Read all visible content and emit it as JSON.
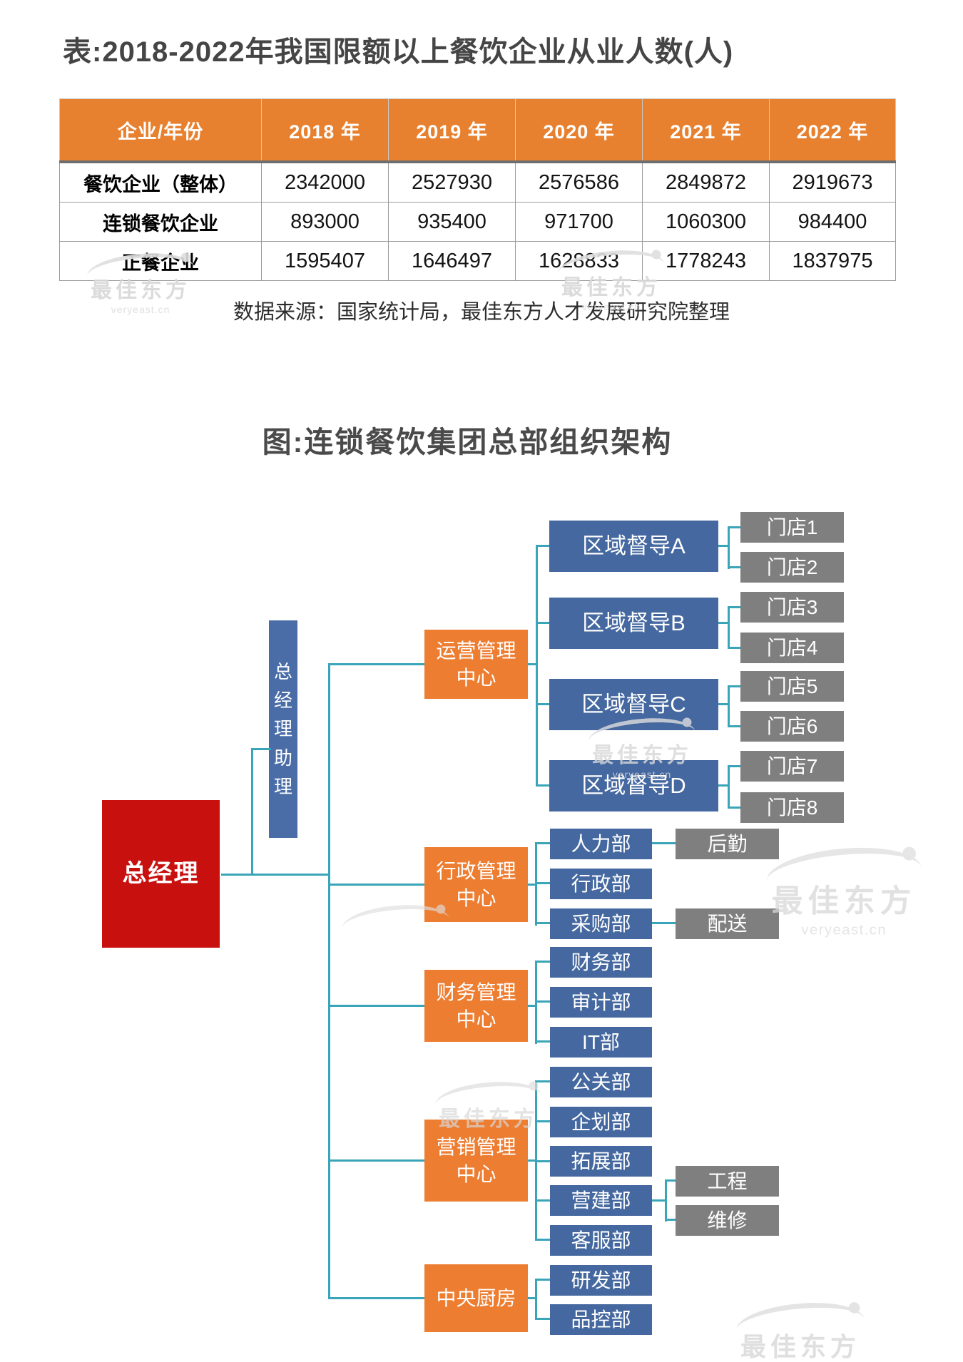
{
  "table_section": {
    "title": "表:2018-2022年我国限额以上餐饮企业从业人数(人)",
    "columns": [
      "企业/年份",
      "2018 年",
      "2019 年",
      "2020 年",
      "2021 年",
      "2022 年"
    ],
    "rows": [
      {
        "label": "餐饮企业（整体）",
        "values": [
          "2342000",
          "2527930",
          "2576586",
          "2849872",
          "2919673"
        ]
      },
      {
        "label": "连锁餐饮企业",
        "values": [
          "893000",
          "935400",
          "971700",
          "1060300",
          "984400"
        ]
      },
      {
        "label": "正餐企业",
        "values": [
          "1595407",
          "1646497",
          "1628833",
          "1778243",
          "1837975"
        ]
      }
    ],
    "source": "数据来源：国家统计局，最佳东方人才发展研究院整理"
  },
  "org_section": {
    "title": "图:连锁餐饮集团总部组织架构",
    "root": "总经理",
    "assistant": "总经理助理",
    "centers": {
      "operations": {
        "line1": "运营管理",
        "line2": "中心"
      },
      "admin": {
        "line1": "行政管理",
        "line2": "中心"
      },
      "finance": {
        "line1": "财务管理",
        "line2": "中心"
      },
      "marketing": {
        "line1": "营销管理",
        "line2": "中心"
      },
      "kitchen": {
        "line1": "中央厨房"
      }
    },
    "supervisors": [
      "区域督导A",
      "区域督导B",
      "区域督导C",
      "区域督导D"
    ],
    "stores": [
      "门店1",
      "门店2",
      "门店3",
      "门店4",
      "门店5",
      "门店6",
      "门店7",
      "门店8"
    ],
    "admin_depts": [
      "人力部",
      "行政部",
      "采购部"
    ],
    "admin_side": [
      "后勤",
      "配送"
    ],
    "finance_depts": [
      "财务部",
      "审计部",
      "IT部"
    ],
    "marketing_depts": [
      "公关部",
      "企划部",
      "拓展部",
      "营建部",
      "客服部"
    ],
    "construction_side": [
      "工程",
      "维修"
    ],
    "kitchen_depts": [
      "研发部",
      "品控部"
    ]
  },
  "watermark": {
    "name": "最佳东方",
    "url": "veryeast.cn"
  },
  "colors": {
    "header_orange": "#E8812F",
    "center_orange": "#ED7D31",
    "node_blue": "#44689F",
    "node_gray": "#7F7F7F",
    "root_red": "#C8100F",
    "connector_teal": "#3AA5B9"
  }
}
